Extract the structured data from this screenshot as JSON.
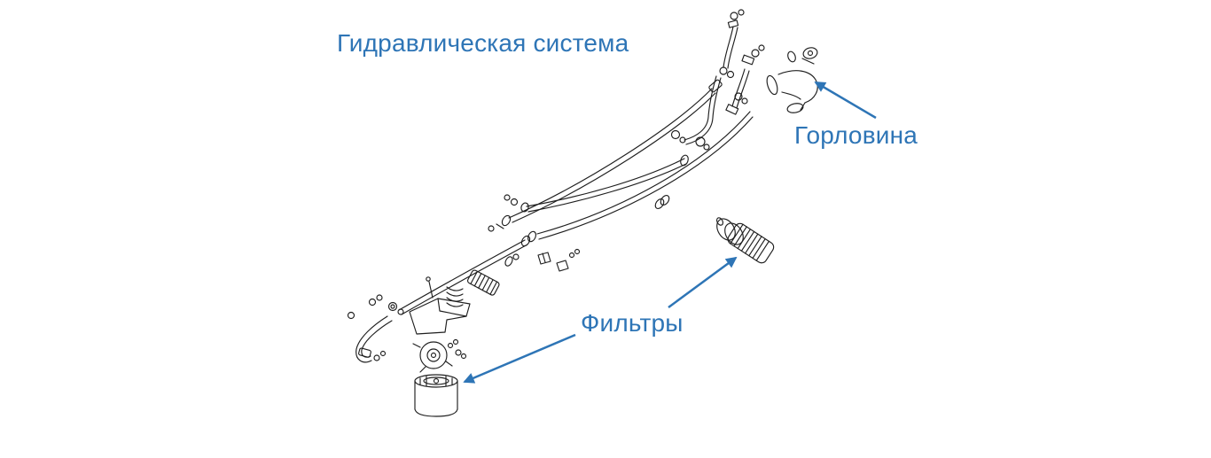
{
  "colors": {
    "accent": "#2e75b6",
    "ink": "#1f1f1f",
    "background": "#ffffff"
  },
  "diagram": {
    "title": "Гидравлическая система",
    "callouts": [
      {
        "target": "filler-neck",
        "label": "Горловина"
      },
      {
        "target": "filters",
        "label": "Фильтры"
      }
    ]
  }
}
